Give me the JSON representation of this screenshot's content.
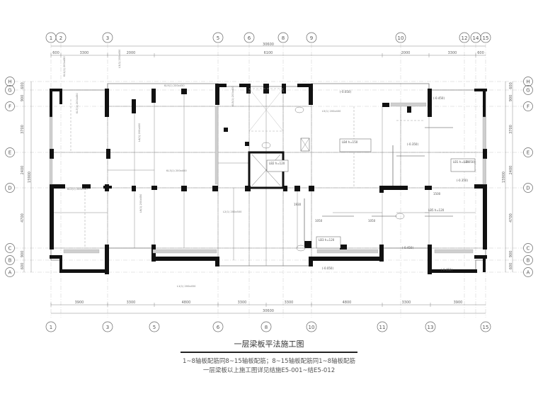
{
  "drawing": {
    "title": "一层梁板平法施工图",
    "note1": "1~8轴板配筋同8~15轴板配筋；8~15轴板配筋同1~8轴板配筋",
    "note2": "一层梁板以上施工图详见结施E5-001~结E5-012"
  },
  "axes": {
    "vertical_top": [
      "1",
      "2",
      "3",
      "5",
      "6",
      "8",
      "9",
      "10",
      "12",
      "14",
      "15"
    ],
    "vertical_bottom": [
      "1",
      "3",
      "5",
      "6",
      "8",
      "10",
      "11",
      "13",
      "15"
    ],
    "horizontal": [
      "H",
      "G",
      "F",
      "E",
      "D",
      "C",
      "B",
      "A"
    ]
  },
  "dimensions": {
    "top_overall": "30600",
    "top_segments": [
      "600",
      "3300",
      "2000",
      "6100",
      "2000",
      "3300",
      "600"
    ],
    "bottom_overall": "30600",
    "bottom_segments": [
      "3900",
      "3300",
      "4800",
      "3300",
      "3300",
      "4800",
      "3300",
      "3900"
    ],
    "left_overall": "15900",
    "left_segments": [
      "600",
      "900",
      "3700",
      "2400",
      "4700",
      "900",
      "600"
    ],
    "right_overall": "15900",
    "right_segments": [
      "600",
      "900",
      "3700",
      "2400",
      "4700",
      "900",
      "600"
    ]
  },
  "beam_labels": [
    "KL1(1) 200x450",
    "L3(1) 200x450",
    "KL9(1) 200x450",
    "L4(1) 200x400",
    "KL2(1) 200x550",
    "KL7(1) 200x450",
    "KL3(1) 200x400",
    "L1(1) 200x450",
    "L2(1) 200x500",
    "KL5(1) 200x400",
    "L5(1) 200x400",
    "L6(1) 200x450"
  ],
  "slab_labels": [
    "LB1 h=120",
    "LB2 h=120",
    "LB3 h=120",
    "LB4 h=150",
    "LB5 h=120"
  ],
  "misc_labels": [
    "(-0.050)",
    "(-0.350)",
    "(-0.450)",
    "1500",
    "1050",
    "1930"
  ]
}
